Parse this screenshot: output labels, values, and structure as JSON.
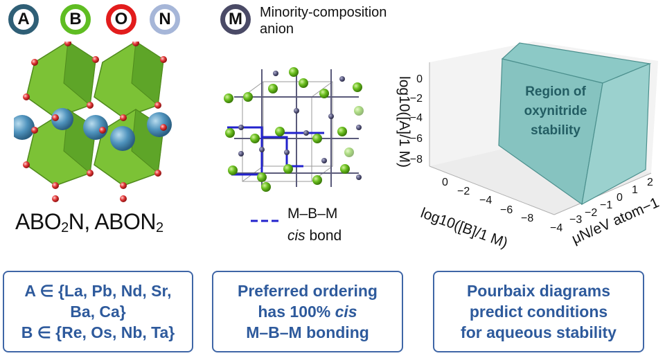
{
  "legend": {
    "elements": [
      {
        "letter": "A",
        "color": "#2f5f76"
      },
      {
        "letter": "B",
        "color": "#5fbd22"
      },
      {
        "letter": "O",
        "color": "#e21c1c"
      },
      {
        "letter": "N",
        "color": "#a6b6d8"
      }
    ],
    "minority": {
      "letter": "M",
      "color": "#4a4a66",
      "label": "Minority-composition anion"
    }
  },
  "structure": {
    "formula_parts": [
      "ABO",
      "2",
      "N, ABON",
      "2"
    ]
  },
  "bond_legend": {
    "line1": "M–B–M",
    "line2_italic": "cis",
    "line2_rest": " bond",
    "line_color": "#2222cc"
  },
  "plot3d": {
    "region_label": "Region of oxynitride stability",
    "z_axis_title": "log10([A]/1 M)",
    "x_axis_title": "log10([B]/1 M)",
    "y_axis_title": "μN/eV atom−1",
    "z_ticks": [
      "0",
      "−2",
      "−4",
      "−6",
      "−8"
    ],
    "x_ticks": [
      "0",
      "−2",
      "−4",
      "−6",
      "−8"
    ],
    "y_ticks": [
      "−4",
      "−3",
      "−2",
      "−1",
      "0",
      "1",
      "2"
    ],
    "region_color": "#7fbfbd"
  },
  "boxes": [
    {
      "lines": [
        "A ∈ {La, Pb, Nd, Sr,",
        "Ba, Ca}",
        "B ∈ {Re, Os, Nb, Ta}"
      ]
    },
    {
      "line1": "Preferred ordering",
      "line2_pre": "has 100% ",
      "line2_italic": "cis",
      "line3": "M–B–M bonding"
    },
    {
      "lines": [
        "Pourbaix diagrams",
        "predict conditions",
        "for aqueous stability"
      ]
    }
  ]
}
